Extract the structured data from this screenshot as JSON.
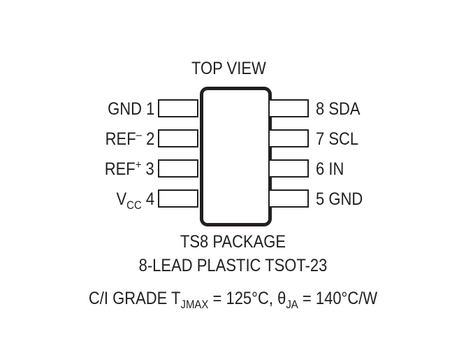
{
  "title": "TOP VIEW",
  "package": {
    "name": "TS8 PACKAGE",
    "description": "8-LEAD PLASTIC TSOT-23"
  },
  "pins_left": [
    {
      "number": "1",
      "name": "GND",
      "sub": "",
      "sup": ""
    },
    {
      "number": "2",
      "name": "REF",
      "sub": "",
      "sup": "–"
    },
    {
      "number": "3",
      "name": "REF",
      "sub": "",
      "sup": "+"
    },
    {
      "number": "4",
      "name": "V",
      "sub": "CC",
      "sup": ""
    }
  ],
  "pins_right": [
    {
      "number": "8",
      "name": "SDA"
    },
    {
      "number": "7",
      "name": "SCL"
    },
    {
      "number": "6",
      "name": "IN"
    },
    {
      "number": "5",
      "name": "GND"
    }
  ],
  "thermal": {
    "prefix": "C/I GRADE T",
    "tj_sub": "JMAX",
    "tj_value": " = 125°C, ",
    "theta": "θ",
    "theta_sub": "JA",
    "theta_value": " = 140°C/W"
  }
}
